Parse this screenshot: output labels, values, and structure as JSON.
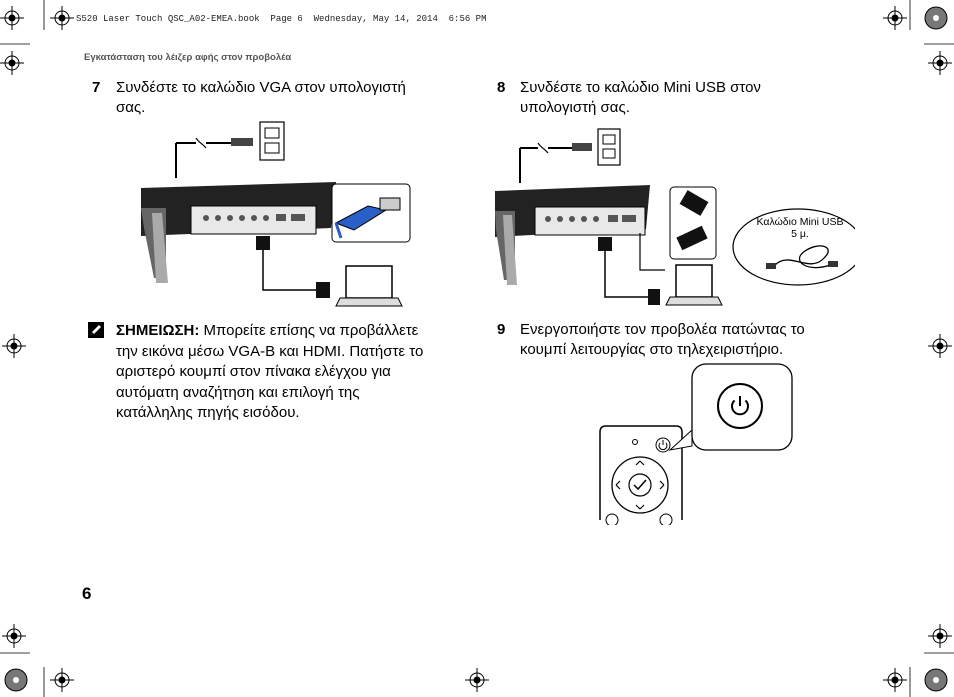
{
  "print_header": "S520 Laser Touch QSC_A02-EMEA.book  Page 6  Wednesday, May 14, 2014  6:56 PM",
  "section_title": "Εγκατάσταση του λέιζερ αφής στον προβολέα",
  "steps": [
    {
      "number": "7",
      "text_line1": "Συνδέστε το καλώδιο VGA στον υπολογιστή",
      "text_line2": "σας."
    },
    {
      "number": "8",
      "text_line1": "Συνδέστε το καλώδιο Mini USB στον",
      "text_line2": "υπολογιστή σας."
    },
    {
      "number": "9",
      "text_line1": "Ενεργοποιήστε τον προβολέα πατώντας το",
      "text_line2": "κουμπί λειτουργίας στο τηλεχειριστήριο."
    }
  ],
  "note": {
    "label": "ΣΗΜΕΙΩΣΗ:",
    "text_first": "Μπορείτε επίσης να προβάλλετε",
    "lines": [
      "την εικόνα μέσω VGA-B και HDMI. Πατήστε το",
      "αριστερό κουμπί στον πίνακα ελέγχου για",
      "αυτόματη αναζήτηση και επιλογή της",
      "κατάλληλης πηγής εισόδου."
    ]
  },
  "cable_callout": {
    "line1": "Καλώδιο Mini USB",
    "line2": "5 μ."
  },
  "page_number": "6",
  "icons": [
    "registration-mark-icon",
    "color-wheel-icon",
    "note-pencil-icon",
    "power-icon",
    "check-icon"
  ]
}
